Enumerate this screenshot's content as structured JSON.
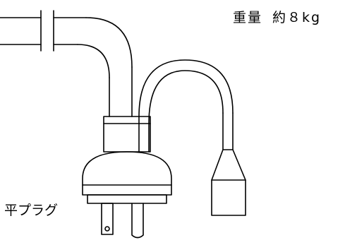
{
  "weight": {
    "label": "重量",
    "value": "約８kg"
  },
  "plug": {
    "label": "平プラグ"
  }
}
